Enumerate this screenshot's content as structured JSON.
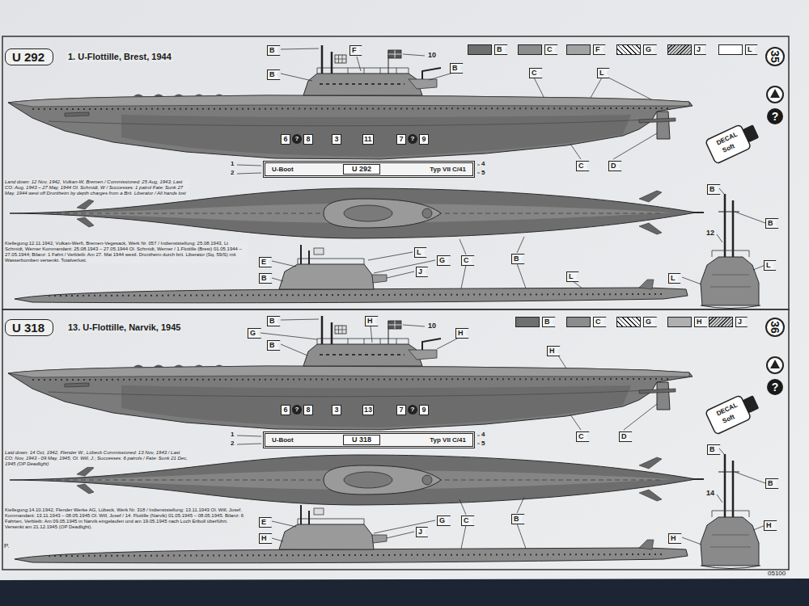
{
  "diagram": {
    "nodes": [
      {
        "text": [
          "U 292"
        ]
      },
      {
        "text": [
          "U-Boot",
          "U 292",
          "Typ VII C/41"
        ]
      },
      {
        "text": [
          "U 318"
        ]
      },
      {
        "text": [
          "U-Boot",
          "U 318",
          "Typ VII C/41"
        ]
      }
    ],
    "labels": [
      "1. U-Flottille, Brest, 1944",
      "B",
      "F",
      "10",
      "B",
      "B",
      "C",
      "L",
      "6",
      "?",
      "8",
      "3",
      "11",
      "7",
      "?",
      "9",
      "1",
      "2",
      "4",
      "5",
      "C",
      "D",
      "Land down: 12 Nov, 1942, Vulkan-W, Bremen / Commissioned: 25 Aug, 1943; Last CO: Aug, 1943 – 27 May, 1944 Ol. Schmidt, W / Successes: 1 patrol Fate: Sunk 27 May, 1944 west off Drontheim by depth charges from a Brit. Liberator / All hands lost",
      "Kiellegung:12.11.1942, Vulkan-Werft, Bremen-Vegesack, Werk Nr. 057 / Indienststellung: 25.08.1943, Lt Schmidt, Werner Kommandant: 25.08.1943 – 27.05.1944 Ol. Schmidt, Werner / 1.Flottille (Brest) 01.05.1944 – 27.05.1944; Bilanz: 1 Fahrt / Verbleib: Am 27. Mai 1944 westl. Drontheim durch brit. Liberator (Sq. 59/S) mit Wasserbomben versenkt. Totalverlust.",
      "E",
      "B",
      "L",
      "G",
      "J",
      "C",
      "B",
      "L",
      "B",
      "B",
      "12",
      "L",
      "L",
      "35",
      "DECAL",
      "Soft",
      "?",
      "13. U-Flottille, Narvik, 1945",
      "B",
      "H",
      "10",
      "H",
      "G",
      "B",
      "H",
      "6",
      "?",
      "8",
      "3",
      "13",
      "7",
      "?",
      "9",
      "1",
      "2",
      "4",
      "5",
      "C",
      "D",
      "Laid down: 14 Oct, 1942, Flender W., Lübeck Commissioned: 13 Nov, 1943 / Last CO: Nov, 1943 - 09 May, 1945, Ol. Will, J.; Successes: 6 patrols / Fate: Sunk 21 Dec, 1945 (OP Deadlight)",
      "Kiellegung:14.10.1942, Flender Werke AG, Lübeck, Werk Nr. 318 / Indienststellung: 13.11.1943 Ol. Will, Josef. Kommandant: 13.11.1943 – 08.05.1945 Ol. Will, Josef / 14. Flottille (Narvik) 01.05.1945 – 08.05.1945. Bilanz: 6 Fahrten, Verbleib: Am 09.05.1945 in Narvik eingelaufen und am 19.05.1945 nach Loch Eriboll überführt. Versenkt am 21.12.1945 (OP Deadlight).",
      "E",
      "G",
      "H",
      "J",
      "C",
      "B",
      "H",
      "B",
      "B",
      "14",
      "H",
      "36",
      "DECAL",
      "Soft",
      "?",
      "P.",
      "05100"
    ],
    "legend": [
      {
        "text": "B",
        "color": "#6f6f6f"
      },
      {
        "text": "C",
        "color": "#8c8c8c"
      },
      {
        "text": "F",
        "color": "#a3a3a3"
      },
      {
        "text": "G"
      },
      {
        "text": "J"
      },
      {
        "text": "L",
        "color": "#ffffff"
      },
      {
        "text": "B",
        "color": "#6f6f6f"
      },
      {
        "text": "C",
        "color": "#8c8c8c"
      },
      {
        "text": "G"
      },
      {
        "text": "H",
        "color": "#b0b0b0"
      },
      {
        "text": "J"
      }
    ]
  }
}
